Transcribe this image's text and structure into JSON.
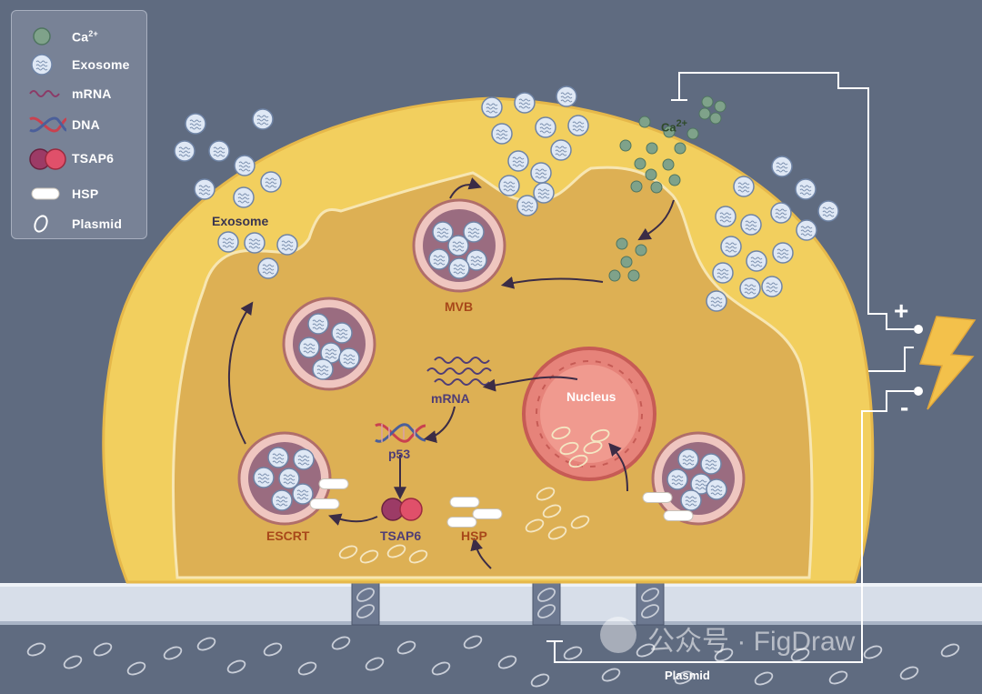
{
  "legend": {
    "ca": "Ca",
    "ca_sup": "2+",
    "exosome": "Exosome",
    "mrna": "mRNA",
    "dna": "DNA",
    "tsap6": "TSAP6",
    "hsp": "HSP",
    "plasmid": "Plasmid"
  },
  "labels": {
    "exosome": "Exosome",
    "ca": "Ca",
    "ca_sup": "2+",
    "mvb": "MVB",
    "nucleus": "Nucleus",
    "mrna": "mRNA",
    "p53": "p53",
    "escrt": "ESCRT",
    "tsap6": "TSAP6",
    "hsp": "HSP",
    "plasmid": "Plasmid",
    "plus": "+",
    "minus": "-"
  },
  "watermark": "公众号 · FigDraw",
  "colors": {
    "background": "#5f6b80",
    "cytoplasm": "#f2cf5e",
    "inner_cell": "#ddb054",
    "nucleus": "#e6837a",
    "mvb": "#e8c9c4",
    "exosome": "#dfe8f5",
    "calcium": "#7fa28a",
    "arrow": "#3b2c46"
  }
}
